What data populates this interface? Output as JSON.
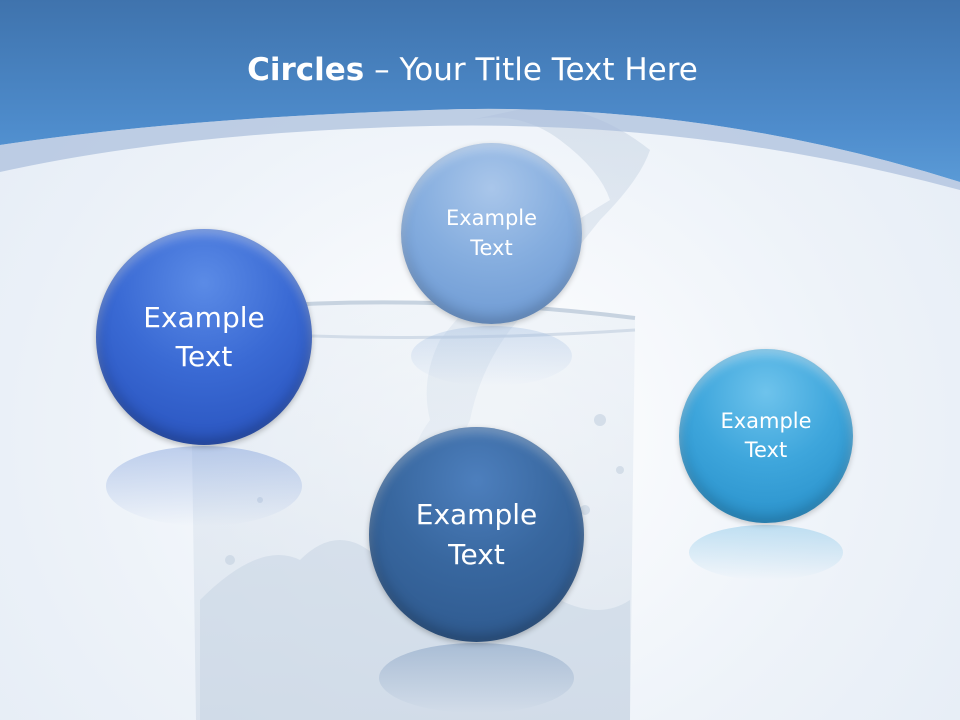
{
  "slide": {
    "title_bold": "Circles",
    "title_rest": " – Your Title Text Here"
  },
  "circles": [
    {
      "line1": "Example",
      "line2": "Text"
    },
    {
      "line1": "Example",
      "line2": "Text"
    },
    {
      "line1": "Example",
      "line2": "Text"
    },
    {
      "line1": "Example",
      "line2": "Text"
    }
  ],
  "colors": {
    "header_blue": "#4a86c5",
    "circle_1": "#3a6ad4",
    "circle_2": "#86aedf",
    "circle_3": "#38679f",
    "circle_4": "#3ea6dc"
  }
}
